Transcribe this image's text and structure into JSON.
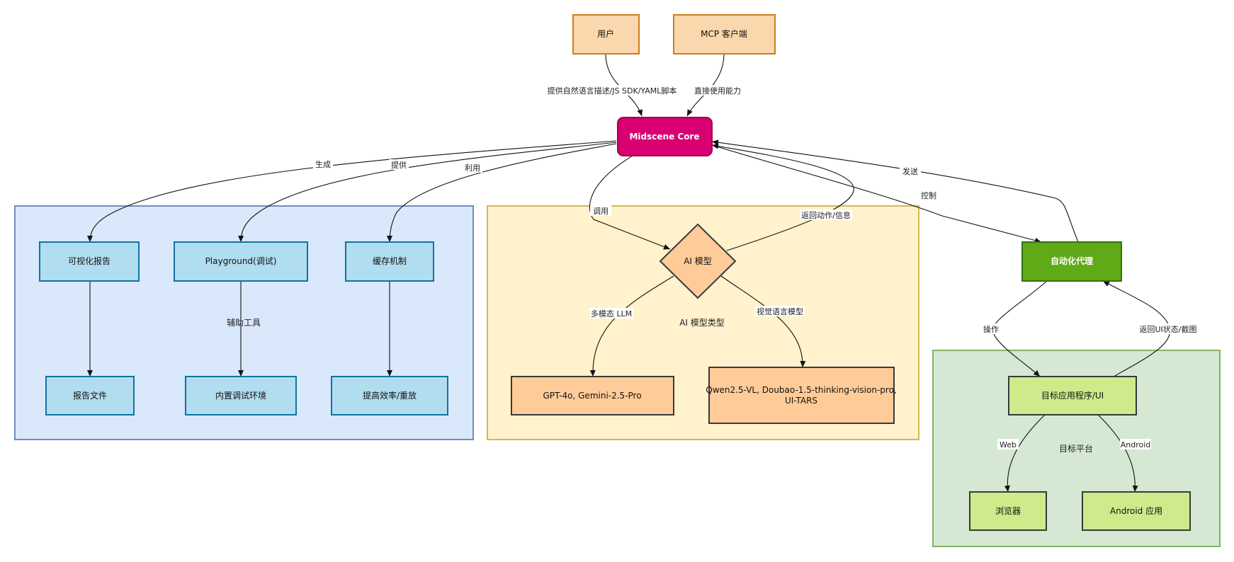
{
  "nodes": {
    "user": "用户",
    "mcp": "MCP 客户端",
    "core": "Midscene Core",
    "visual_report": "可视化报告",
    "playground": "Playground(调试)",
    "cache": "缓存机制",
    "report_file": "报告文件",
    "debug_env": "内置调试环境",
    "efficiency": "提高效率/重放",
    "ai_model": "AI 模型",
    "gpt": "GPT-4o, Gemini-2.5-Pro",
    "qwen_line1": "Qwen2.5-VL, Doubao-1.5-thinking-vision-pro,",
    "qwen_line2": "UI-TARS",
    "agent": "自动化代理",
    "target_app": "目标应用程序/UI",
    "browser": "浏览器",
    "android_app": "Android 应用"
  },
  "groups": {
    "tools": "辅助工具",
    "model_types": "AI 模型类型",
    "platforms": "目标平台"
  },
  "edges": {
    "user_core": "提供自然语言描述/JS SDK/YAML脚本",
    "mcp_core": "直接使用能力",
    "core_report": "生成",
    "core_playground": "提供",
    "core_cache": "利用",
    "core_model": "调用",
    "model_core": "返回动作/信息",
    "agent_core": "发送",
    "core_agent": "控制",
    "model_gpt": "多模态 LLM",
    "model_qwen": "视觉语言模型",
    "agent_target": "操作",
    "target_agent": "返回UI状态/截图",
    "target_browser": "Web",
    "target_android": "Android"
  },
  "colors": {
    "core": "#d80073",
    "agent": "#60a917",
    "tools_group_fill": "#dae8fc",
    "tools_group_stroke": "#6c8ebf",
    "model_group_fill": "#fff2cc",
    "model_group_stroke": "#d6b656",
    "platform_group_fill": "#d5e8d4",
    "platform_group_stroke": "#82b366",
    "input_node_fill": "#fad7ac",
    "input_node_stroke": "#d07b1f",
    "tool_node_fill": "#b1ddf0",
    "tool_node_stroke": "#10739e",
    "model_node_fill": "#ffcc99",
    "target_node_fill": "#cdeb8b"
  }
}
